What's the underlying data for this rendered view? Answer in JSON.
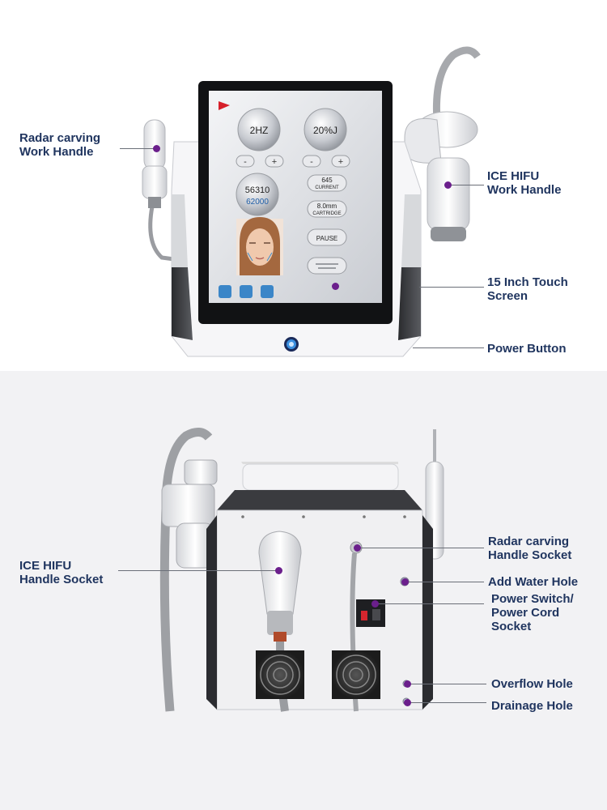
{
  "top_view": {
    "callouts": {
      "radar_handle": "Radar carving\nWork Handle",
      "ice_hifu_handle": "ICE HIFU\nWork Handle",
      "touch_screen": "15 Inch Touch\nScreen",
      "power_button": "Power Button"
    },
    "screen": {
      "freq": "2HZ",
      "energy": "20%J",
      "minus": "-",
      "plus": "+",
      "count_top": "56310",
      "count_bottom": "62000",
      "current_value": "645",
      "current_label": "CURRENT",
      "cartridge_value": "8.0mm",
      "cartridge_label": "CARTRIDGE",
      "pause": "PAUSE"
    }
  },
  "back_view": {
    "callouts": {
      "ice_hifu_socket": "ICE HIFU\nHandle Socket",
      "radar_socket": "Radar carving\nHandle Socket",
      "add_water": "Add Water Hole",
      "power_switch": "Power Switch/\nPower Cord\nSocket",
      "overflow": "Overflow Hole",
      "drainage": "Drainage Hole"
    }
  },
  "colors": {
    "label_text": "#20355f",
    "marker": "#6b1f8c",
    "leader_line": "#6b6f78"
  }
}
